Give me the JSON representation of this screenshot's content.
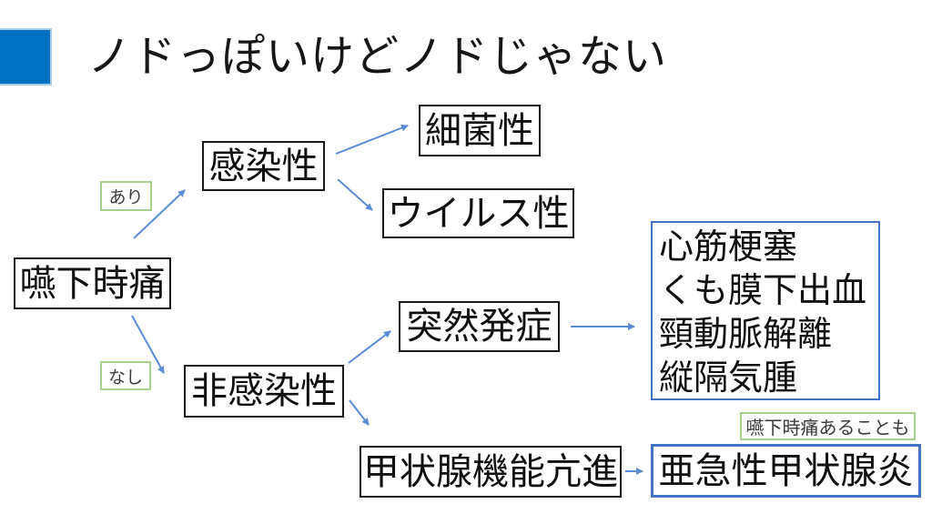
{
  "title": "ノドっぽいけどノドじゃない",
  "colors": {
    "title_bullet_blue": "#0070C0",
    "arrow_blue": "#5b8bd5",
    "blue_box_border": "#4472C4",
    "green_tag_border": "#A9D18E",
    "node_border_black": "#1b1b1b"
  },
  "flowchart": {
    "root": {
      "label": "嚥下時痛"
    },
    "branch_yes": {
      "label": "あり"
    },
    "branch_no": {
      "label": "なし"
    },
    "infectious": {
      "label": "感染性"
    },
    "bacterial": {
      "label": "細菌性"
    },
    "viral": {
      "label": "ウイルス性"
    },
    "non_infectious": {
      "label": "非感染性"
    },
    "sudden_onset": {
      "label": "突然発症"
    },
    "causes_box": {
      "lines": [
        "心筋梗塞",
        "くも膜下出血",
        "頸動脈解離",
        "縦隔気腫"
      ]
    },
    "hyperthyroidism": {
      "label": "甲状腺機能亢進"
    },
    "subacute_thyroiditis": {
      "label": "亜急性甲状腺炎"
    },
    "note": {
      "label": "嚥下時痛あることも"
    }
  }
}
